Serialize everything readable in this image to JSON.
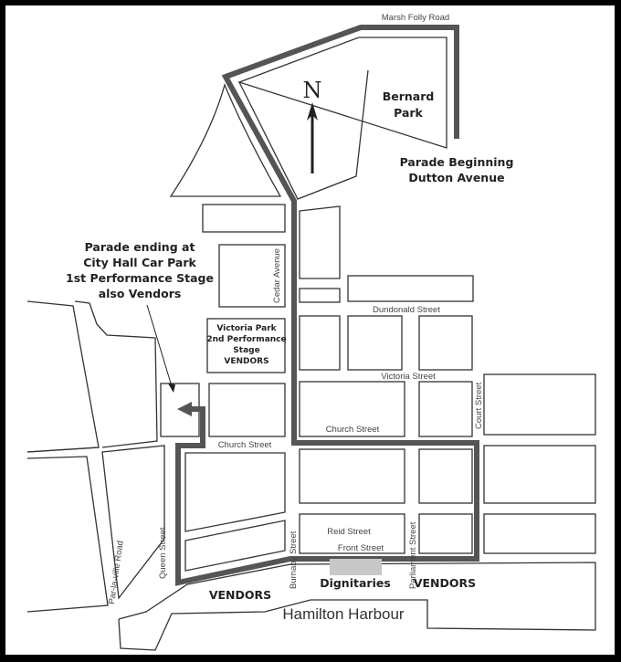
{
  "map": {
    "north_label": "N",
    "streets": {
      "marsh_folly": "Marsh Folly Road",
      "cedar": "Cedar Avenue",
      "dundonald": "Dundonald Street",
      "victoria": "Victoria Street",
      "church_1": "Church Street",
      "church_2": "Church Street",
      "court": "Court Street",
      "reid": "Reid Street",
      "front": "Front Street",
      "burnaby": "Burnaby Street",
      "parliament": "Parliament Street",
      "queen": "Queen Street",
      "par_la_ville": "Par-la-ville Road"
    },
    "labels": {
      "bernard_park": [
        "Bernard",
        "Park"
      ],
      "parade_beginning": [
        "Parade Beginning",
        "Dutton Avenue"
      ],
      "parade_ending": [
        "Parade ending at",
        "City Hall Car Park",
        "1st Performance Stage",
        "also Vendors"
      ],
      "victoria_park": [
        "Victoria Park",
        "2nd Performance",
        "Stage",
        "VENDORS"
      ],
      "dignitaries": "Dignitaries",
      "vendors_1": "VENDORS",
      "vendors_2": "VENDORS",
      "harbour": "Hamilton Harbour"
    },
    "colors": {
      "route": "#555555",
      "dignitaries": "#c8c8c8",
      "frame": "#000000"
    }
  }
}
